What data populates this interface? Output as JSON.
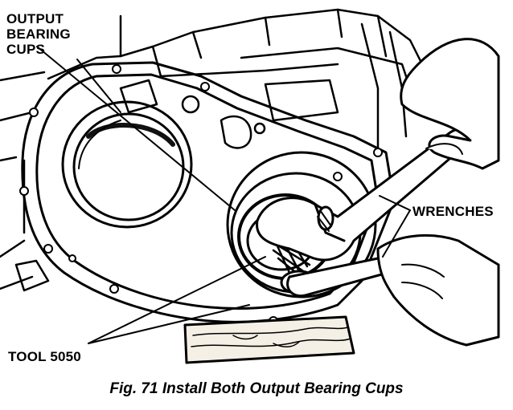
{
  "labels": {
    "output_bearing_cups": [
      "OUTPUT",
      "BEARING",
      "CUPS"
    ],
    "wrenches": "WRENCHES",
    "tool": "TOOL 5050"
  },
  "caption": "Fig. 71 Install Both Output Bearing Cups",
  "colors": {
    "ink": "#000000",
    "paper": "#ffffff",
    "wood": "#f4f0e6"
  }
}
